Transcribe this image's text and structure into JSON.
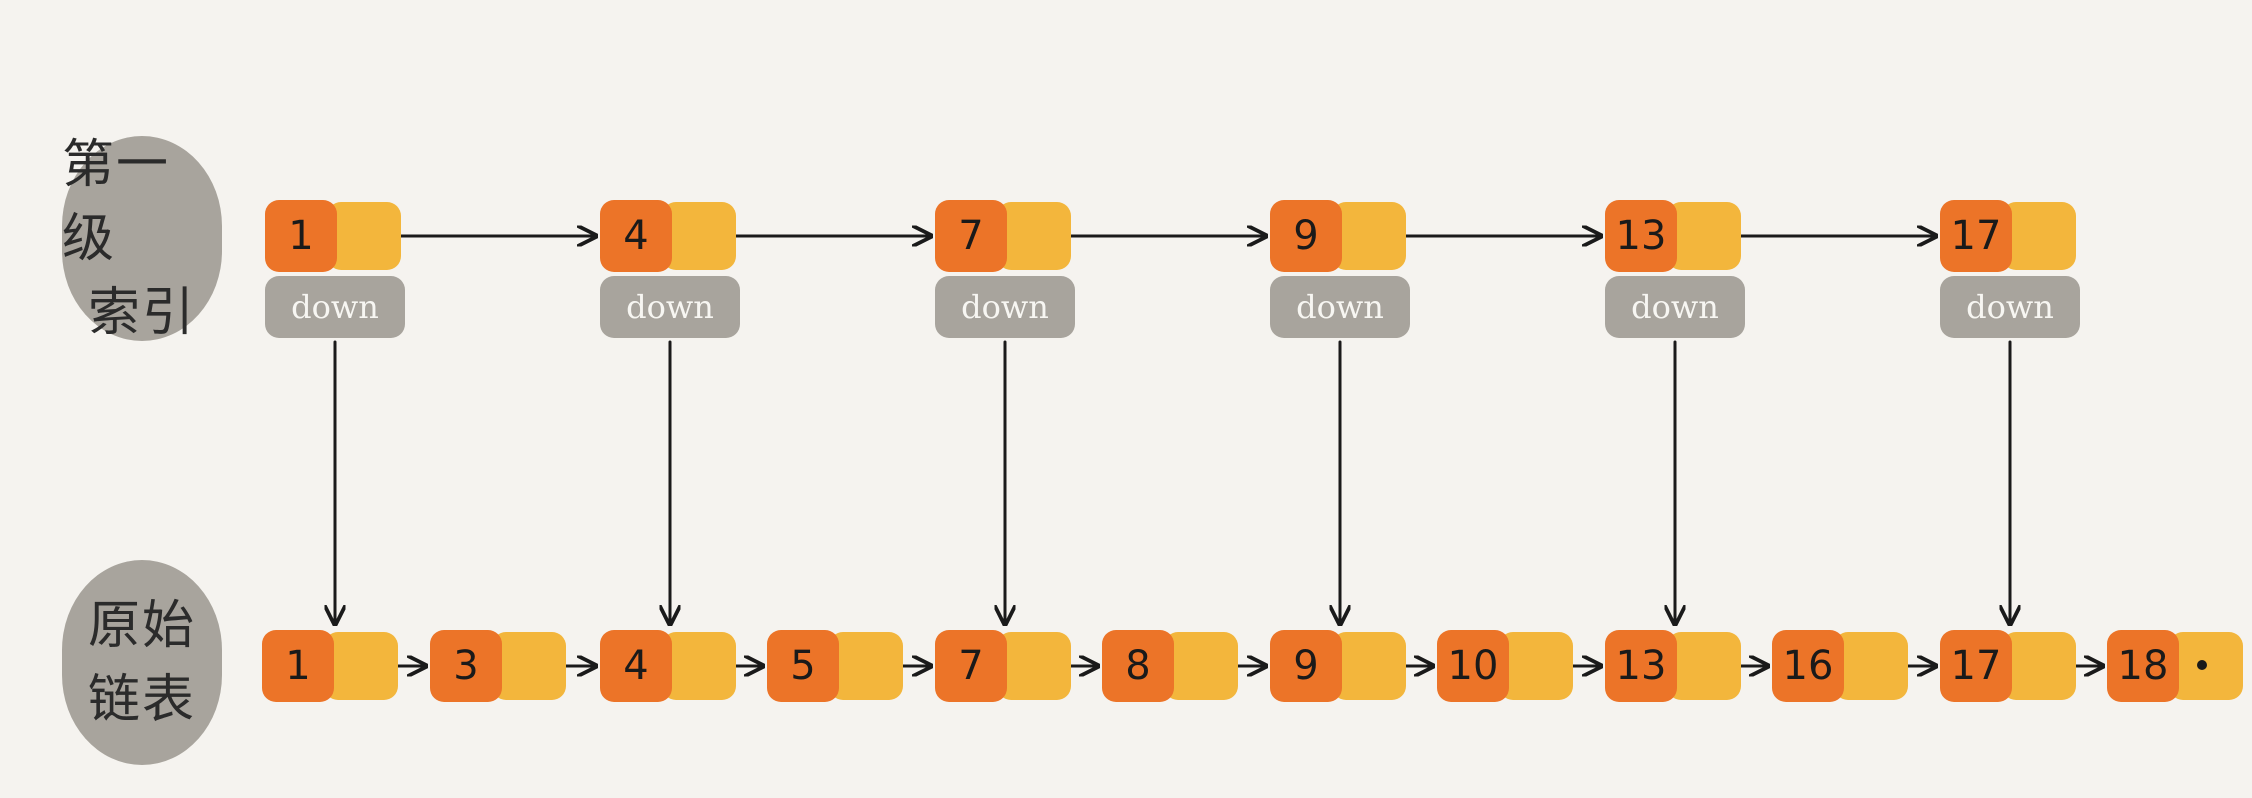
{
  "labels": {
    "index_level": [
      "第一级",
      "索引"
    ],
    "original_list": [
      "原始",
      "链表"
    ]
  },
  "down_label": "down",
  "index_nodes": [
    "1",
    "4",
    "7",
    "9",
    "13",
    "17"
  ],
  "original_nodes": [
    "1",
    "3",
    "4",
    "5",
    "7",
    "8",
    "9",
    "10",
    "13",
    "16",
    "17",
    "18"
  ],
  "colors": {
    "background": "#f5f3ef",
    "value_cell": "#ec7428",
    "pointer_cell": "#f3b63c",
    "label_blob": "#a8a49d",
    "arrow": "#1a1a1a"
  }
}
